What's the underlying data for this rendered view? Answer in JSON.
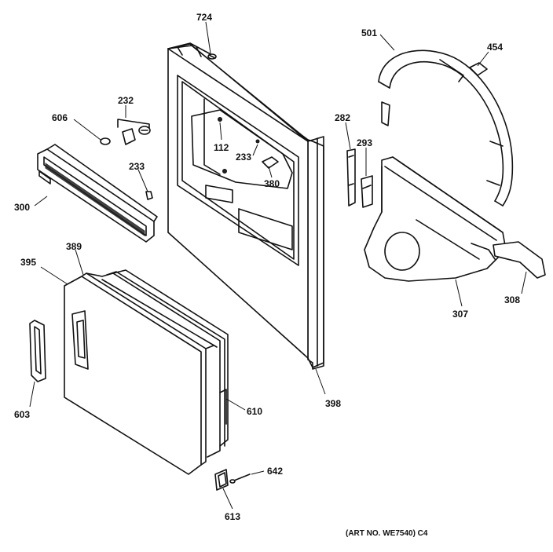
{
  "labels": {
    "p724": "724",
    "p501": "501",
    "p454": "454",
    "p232": "232",
    "p606": "606",
    "p282": "282",
    "p293": "293",
    "p112": "112",
    "p233a": "233",
    "p233b": "233",
    "p380": "380",
    "p300": "300",
    "p395": "395",
    "p389": "389",
    "p308": "308",
    "p307": "307",
    "p603": "603",
    "p610": "610",
    "p398": "398",
    "p642": "642",
    "p613": "613"
  },
  "art_note": "(ART NO. WE7540) C4"
}
